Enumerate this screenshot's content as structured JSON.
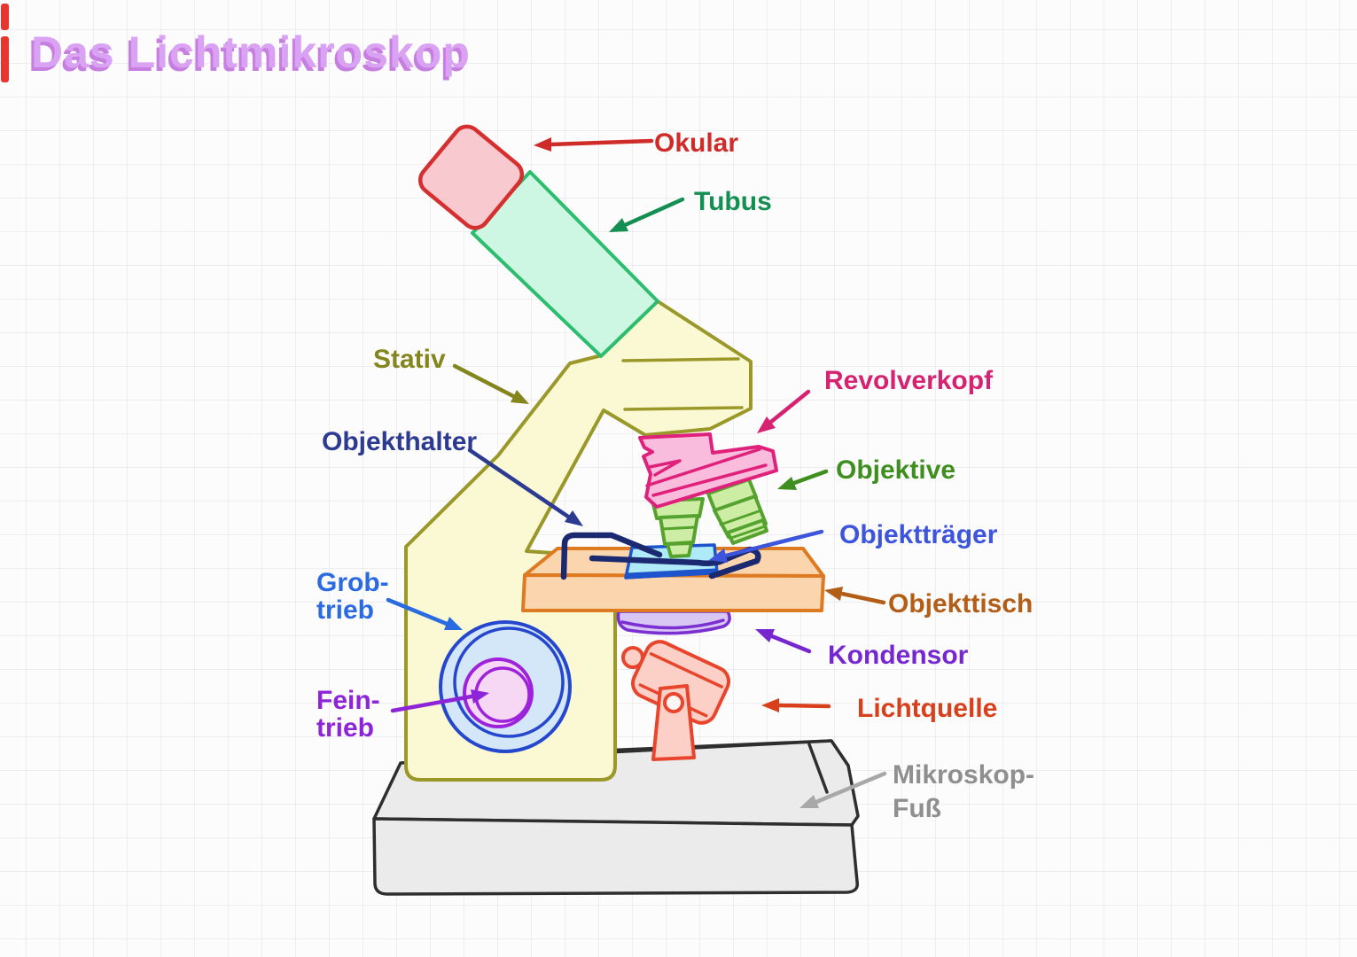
{
  "title": {
    "text": "Das Lichtmikroskop",
    "color": "#d9a2f2",
    "shadow_color": "#c67fe0"
  },
  "labels": {
    "okular": {
      "text": "Okular",
      "color": "#cf2b28"
    },
    "tubus": {
      "text": "Tubus",
      "color": "#148f52"
    },
    "stativ": {
      "text": "Stativ",
      "color": "#84851d"
    },
    "objekthalter": {
      "text": "Objekthalter",
      "color": "#2c3a92"
    },
    "revolverkopf": {
      "text": "Revolverkopf",
      "color": "#d62270"
    },
    "objektive": {
      "text": "Objektive",
      "color": "#3f8f1f"
    },
    "objekttraeger": {
      "text": "Objektträger",
      "color": "#3d55dc"
    },
    "objekttisch": {
      "text": "Objekttisch",
      "color": "#b25e17"
    },
    "kondensor": {
      "text": "Kondensor",
      "color": "#7727cf"
    },
    "lichtquelle": {
      "text": "Lichtquelle",
      "color": "#d8401b"
    },
    "mikroskop_fuss": {
      "line1": "Mikroskop-",
      "line2": "Fuß",
      "color": "#8f8f8f",
      "arrow_color": "#a8a8a8"
    },
    "grobtrieb": {
      "line1": "Grob-",
      "line2": "trieb",
      "color": "#2b6be2"
    },
    "feintrieb": {
      "line1": "Fein-",
      "line2": "trieb",
      "color": "#8e24d8"
    }
  },
  "parts": {
    "page": {
      "background": "#fcfcfd",
      "grid_line": "#e5e5eb",
      "edge_mark": "#e8352e"
    },
    "base": {
      "fill": "#ebebeb",
      "stroke": "#2e2e2e"
    },
    "stand": {
      "fill": "#fbf9d3",
      "stroke": "#9b982a"
    },
    "tube": {
      "fill": "#cdf6e3",
      "stroke": "#2cbd6e"
    },
    "eyepiece": {
      "fill": "#f9c9d0",
      "stroke": "#d5302f"
    },
    "coarse_knob": {
      "fill": "#d4e7f8",
      "stroke": "#2447cd"
    },
    "fine_knob": {
      "fill": "#f6d8f4",
      "stroke": "#9e22dc"
    },
    "condenser": {
      "fill": "#d8c6f4",
      "stroke": "#7b2fd0"
    },
    "stage": {
      "fill": "#fbd5ae",
      "stroke": "#dd7a22"
    },
    "slide": {
      "fill": "#aeeaf7",
      "stroke": "#1d53cb"
    },
    "clips": {
      "stroke": "#1b2a70"
    },
    "objectives": {
      "fill": "#cdeda5",
      "stroke": "#55a32e"
    },
    "nosepiece": {
      "fill": "#f9bcdc",
      "stroke": "#e0217c"
    },
    "lamp": {
      "fill": "#fcd0c6",
      "stroke": "#e8452c"
    }
  }
}
